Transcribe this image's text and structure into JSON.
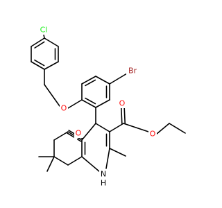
{
  "colors": {
    "bond": "#000000",
    "oxygen": "#ff0d0d",
    "bromine": "#a62929",
    "chlorine": "#1ff01f",
    "nitrogen": "#000000"
  },
  "labels": {
    "cl": "Cl",
    "br": "Br",
    "o_ether": "O",
    "o_ketone": "O",
    "o_ester_carbonyl": "O",
    "o_ester_single": "O",
    "nh": "N",
    "nh_h": "H"
  }
}
